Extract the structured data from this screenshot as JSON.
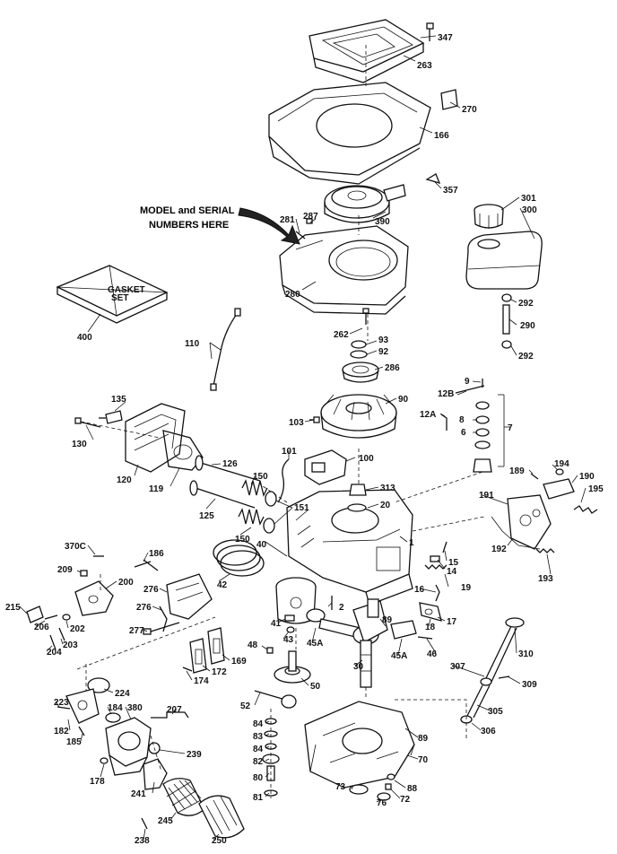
{
  "note": {
    "line1": "MODEL and SERIAL",
    "line2": "NUMBERS HERE"
  },
  "gasket_set": {
    "line1": "GASKET",
    "line2": "SET"
  },
  "labels": [
    {
      "id": "347",
      "text": "347"
    },
    {
      "id": "263",
      "text": "263"
    },
    {
      "id": "270",
      "text": "270"
    },
    {
      "id": "166",
      "text": "166"
    },
    {
      "id": "357",
      "text": "357"
    },
    {
      "id": "301",
      "text": "301"
    },
    {
      "id": "300",
      "text": "300"
    },
    {
      "id": "281",
      "text": "281"
    },
    {
      "id": "287",
      "text": "287"
    },
    {
      "id": "390",
      "text": "390"
    },
    {
      "id": "280",
      "text": "280"
    },
    {
      "id": "400",
      "text": "400"
    },
    {
      "id": "292a",
      "text": "292"
    },
    {
      "id": "290",
      "text": "290"
    },
    {
      "id": "292b",
      "text": "292"
    },
    {
      "id": "262",
      "text": "262"
    },
    {
      "id": "93",
      "text": "93"
    },
    {
      "id": "92",
      "text": "92"
    },
    {
      "id": "110",
      "text": "110"
    },
    {
      "id": "286",
      "text": "286"
    },
    {
      "id": "9",
      "text": "9"
    },
    {
      "id": "12B",
      "text": "12B"
    },
    {
      "id": "135",
      "text": "135"
    },
    {
      "id": "90",
      "text": "90"
    },
    {
      "id": "12A",
      "text": "12A"
    },
    {
      "id": "8",
      "text": "8"
    },
    {
      "id": "7",
      "text": "7"
    },
    {
      "id": "103",
      "text": "103"
    },
    {
      "id": "6",
      "text": "6"
    },
    {
      "id": "130",
      "text": "130"
    },
    {
      "id": "101",
      "text": "101"
    },
    {
      "id": "100",
      "text": "100"
    },
    {
      "id": "126",
      "text": "126"
    },
    {
      "id": "189",
      "text": "189"
    },
    {
      "id": "194",
      "text": "194"
    },
    {
      "id": "190",
      "text": "190"
    },
    {
      "id": "120",
      "text": "120"
    },
    {
      "id": "119",
      "text": "119"
    },
    {
      "id": "150a",
      "text": "150"
    },
    {
      "id": "313",
      "text": "313"
    },
    {
      "id": "195",
      "text": "195"
    },
    {
      "id": "125",
      "text": "125"
    },
    {
      "id": "151",
      "text": "151"
    },
    {
      "id": "20",
      "text": "20"
    },
    {
      "id": "191",
      "text": "191"
    },
    {
      "id": "150b",
      "text": "150"
    },
    {
      "id": "40",
      "text": "40"
    },
    {
      "id": "1",
      "text": "1"
    },
    {
      "id": "192",
      "text": "192"
    },
    {
      "id": "370C",
      "text": "370C"
    },
    {
      "id": "186",
      "text": "186"
    },
    {
      "id": "15",
      "text": "15"
    },
    {
      "id": "193",
      "text": "193"
    },
    {
      "id": "42",
      "text": "42"
    },
    {
      "id": "14",
      "text": "14"
    },
    {
      "id": "209",
      "text": "209"
    },
    {
      "id": "200",
      "text": "200"
    },
    {
      "id": "19",
      "text": "19"
    },
    {
      "id": "276a",
      "text": "276"
    },
    {
      "id": "16",
      "text": "16"
    },
    {
      "id": "215",
      "text": "215"
    },
    {
      "id": "276b",
      "text": "276"
    },
    {
      "id": "2",
      "text": "2"
    },
    {
      "id": "206",
      "text": "206"
    },
    {
      "id": "202",
      "text": "202"
    },
    {
      "id": "89a",
      "text": "89"
    },
    {
      "id": "18",
      "text": "18"
    },
    {
      "id": "17",
      "text": "17"
    },
    {
      "id": "41",
      "text": "41"
    },
    {
      "id": "203",
      "text": "203"
    },
    {
      "id": "277",
      "text": "277"
    },
    {
      "id": "43",
      "text": "43"
    },
    {
      "id": "204",
      "text": "204"
    },
    {
      "id": "45Aa",
      "text": "45A"
    },
    {
      "id": "45Ab",
      "text": "45A"
    },
    {
      "id": "46",
      "text": "46"
    },
    {
      "id": "48",
      "text": "48"
    },
    {
      "id": "310",
      "text": "310"
    },
    {
      "id": "169",
      "text": "169"
    },
    {
      "id": "172",
      "text": "172"
    },
    {
      "id": "30",
      "text": "30"
    },
    {
      "id": "174",
      "text": "174"
    },
    {
      "id": "307",
      "text": "307"
    },
    {
      "id": "50",
      "text": "50"
    },
    {
      "id": "309",
      "text": "309"
    },
    {
      "id": "224",
      "text": "224"
    },
    {
      "id": "223",
      "text": "223"
    },
    {
      "id": "52",
      "text": "52"
    },
    {
      "id": "184",
      "text": "184"
    },
    {
      "id": "380",
      "text": "380"
    },
    {
      "id": "207",
      "text": "207"
    },
    {
      "id": "305",
      "text": "305"
    },
    {
      "id": "182",
      "text": "182"
    },
    {
      "id": "84a",
      "text": "84"
    },
    {
      "id": "306",
      "text": "306"
    },
    {
      "id": "185",
      "text": "185"
    },
    {
      "id": "83",
      "text": "83"
    },
    {
      "id": "89b",
      "text": "89"
    },
    {
      "id": "239",
      "text": "239"
    },
    {
      "id": "84b",
      "text": "84"
    },
    {
      "id": "82",
      "text": "82"
    },
    {
      "id": "70",
      "text": "70"
    },
    {
      "id": "178",
      "text": "178"
    },
    {
      "id": "80",
      "text": "80"
    },
    {
      "id": "73",
      "text": "73"
    },
    {
      "id": "88",
      "text": "88"
    },
    {
      "id": "241",
      "text": "241"
    },
    {
      "id": "81",
      "text": "81"
    },
    {
      "id": "76",
      "text": "76"
    },
    {
      "id": "72",
      "text": "72"
    },
    {
      "id": "245",
      "text": "245"
    },
    {
      "id": "238",
      "text": "238"
    },
    {
      "id": "250",
      "text": "250"
    }
  ]
}
